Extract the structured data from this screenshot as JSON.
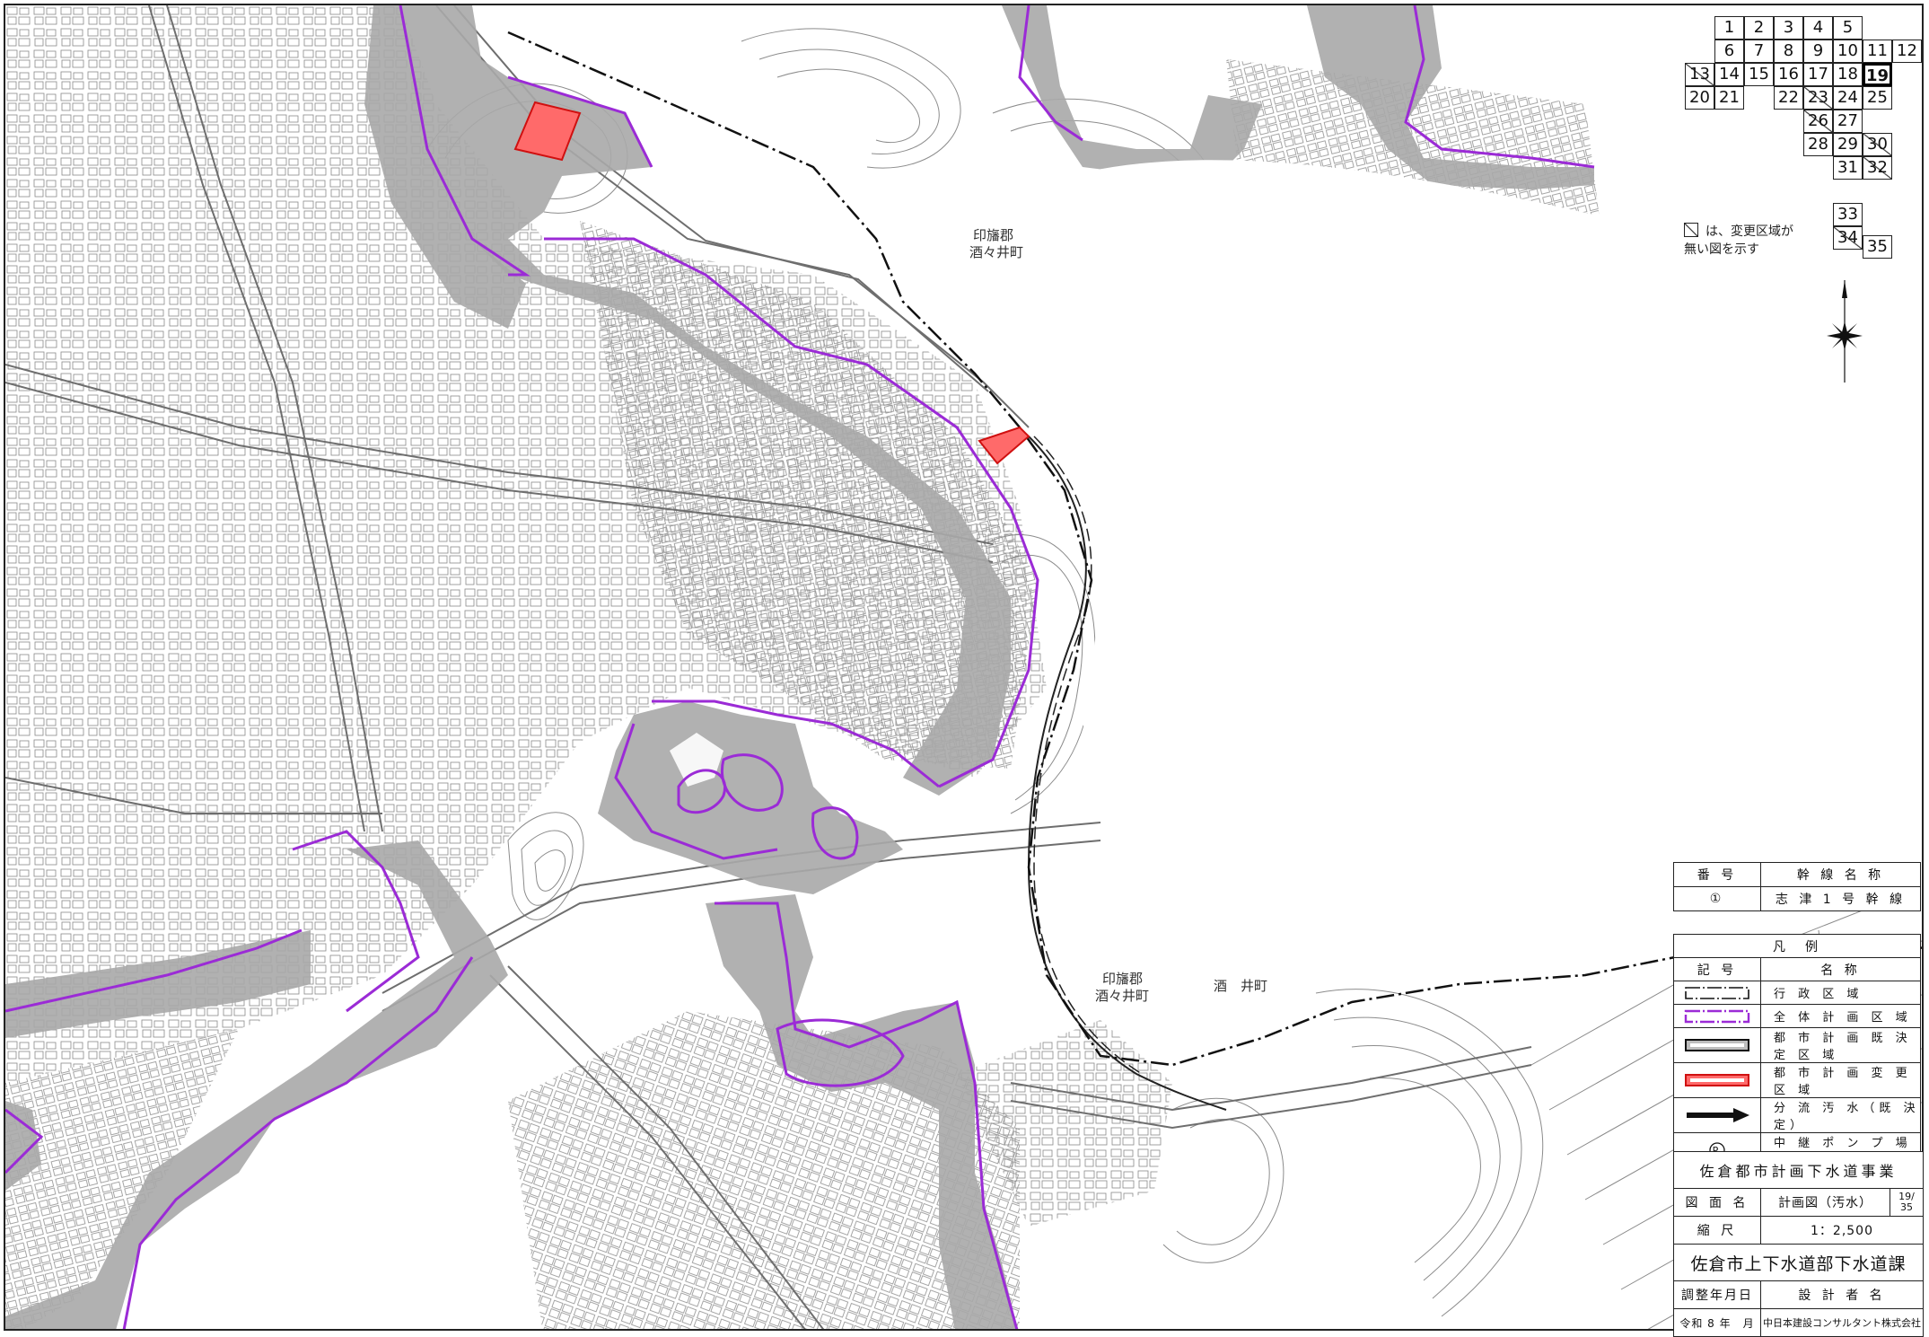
{
  "map": {
    "place_labels": [
      {
        "text": "印旛郡",
        "key": "a"
      },
      {
        "text": "酒々井町",
        "key": "b"
      },
      {
        "text": "印旛郡",
        "key": "c"
      },
      {
        "text": "酒々井町",
        "key": "d"
      },
      {
        "text": "酒",
        "key": "e"
      },
      {
        "text": "井町",
        "key": "f"
      }
    ],
    "colors": {
      "overall_plan_boundary": "#9b2bd6",
      "decided_area": "#a8a8a8",
      "change_area": "#ff6a6a",
      "linework": "#7a7a7a"
    }
  },
  "index_map": {
    "sheets": [
      "1",
      "2",
      "3",
      "4",
      "5",
      "6",
      "7",
      "8",
      "9",
      "10",
      "11",
      "12",
      "13",
      "14",
      "15",
      "16",
      "17",
      "18",
      "19",
      "20",
      "21",
      "22",
      "23",
      "24",
      "25",
      "26",
      "27",
      "28",
      "29",
      "30",
      "31",
      "32",
      "33",
      "34",
      "35"
    ],
    "current_sheet": "19",
    "note_line1": "は、変更区域が",
    "note_line2": "無い図を示す"
  },
  "north_arrow": {
    "icon": "compass-north-arrow-icon"
  },
  "trunk_table": {
    "header_number": "番 号",
    "header_name": "幹 線 名 称",
    "rows": [
      {
        "number": "①",
        "name": "志 津 1 号 幹 線"
      }
    ]
  },
  "legend": {
    "title": "凡　例",
    "header_symbol": "記 号",
    "header_name": "名 称",
    "items": [
      {
        "icon": "admin-boundary-line-icon",
        "name": "行 政 区 域"
      },
      {
        "icon": "overall-plan-boundary-icon",
        "name": "全 体 計 画 区 域"
      },
      {
        "icon": "decided-area-icon",
        "name": "都 市 計 画 既 決 定 区 域"
      },
      {
        "icon": "change-area-icon",
        "name": "都 市 計 画 変 更 区 域"
      },
      {
        "icon": "sewage-flow-arrow-icon",
        "name": "分 流 汚 水（既 決 定）"
      },
      {
        "icon": "pump-station-icon",
        "name": "中 継 ポ ン プ 場（既 決 定）",
        "symbol_text": "P"
      }
    ]
  },
  "title_block": {
    "project": "佐倉都市計画下水道事業",
    "drawing_name_label": "図 面 名",
    "drawing_name": "計画図（汚水）",
    "sheet_num": "19",
    "sheet_total": "35",
    "scale_label": "縮 尺",
    "scale": "1：2,500",
    "department": "佐倉市上下水道部下水道課",
    "date_label": "調整年月日",
    "designer_label": "設 計 者 名",
    "date": "令和 8 年　月",
    "designer": "中日本建設コンサルタント株式会社"
  }
}
